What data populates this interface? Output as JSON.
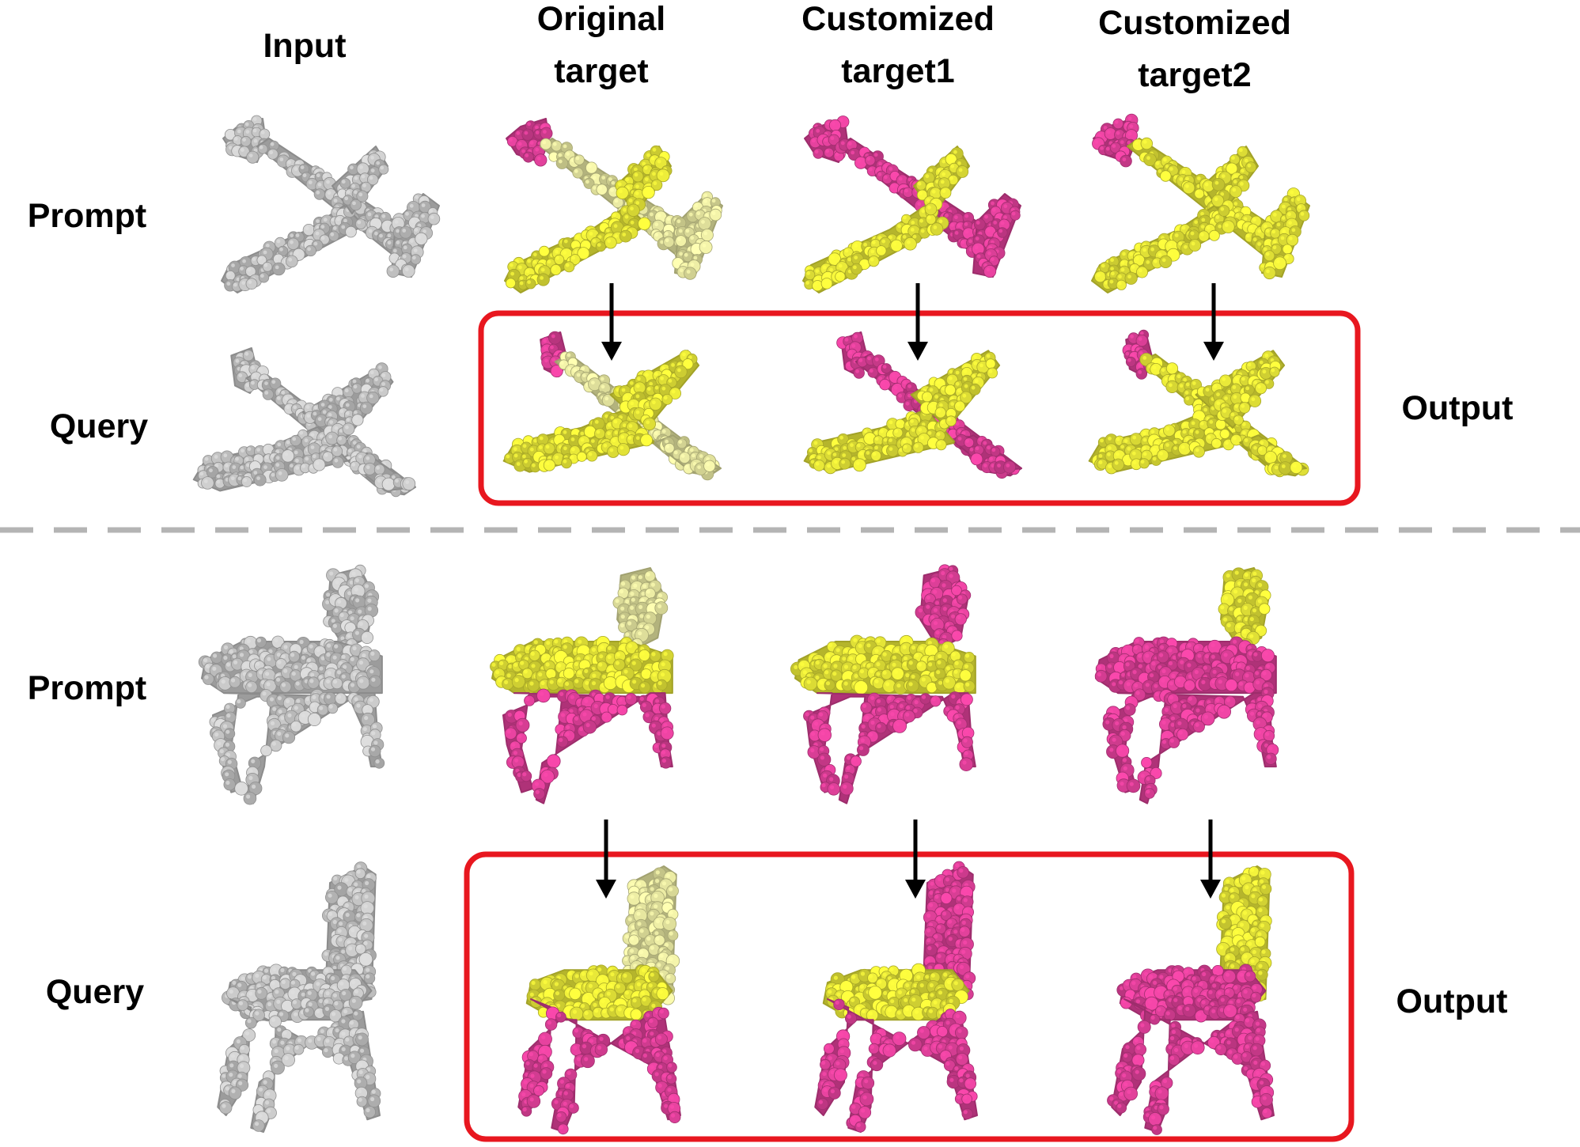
{
  "columns": {
    "input": "Input",
    "original": [
      "Original",
      "target"
    ],
    "custom1": [
      "Customized",
      "target1"
    ],
    "custom2": [
      "Customized",
      "target2"
    ]
  },
  "rows": {
    "prompt": "Prompt",
    "query": "Query",
    "output": "Output"
  },
  "colors": {
    "gray": "#c8c8c8",
    "yellow": "#e8e838",
    "pale": "#e6e6a0",
    "magenta": "#e0409a",
    "frame": "#e8171f",
    "divider": "#b4b4b4"
  },
  "sections": [
    {
      "name": "airplane",
      "prompt_parts": [
        [
          "gray",
          "gray",
          "gray",
          "gray",
          "gray"
        ],
        [
          "magenta",
          "pale",
          "yellow",
          "yellow",
          "pale"
        ],
        [
          "magenta",
          "magenta",
          "yellow",
          "yellow",
          "magenta"
        ],
        [
          "magenta",
          "yellow",
          "yellow",
          "yellow",
          "yellow"
        ]
      ],
      "query_parts": [
        [
          "gray",
          "gray",
          "gray",
          "gray",
          "gray"
        ],
        [
          "magenta",
          "pale",
          "yellow",
          "yellow",
          "pale"
        ],
        [
          "magenta",
          "magenta",
          "yellow",
          "yellow",
          "magenta"
        ],
        [
          "magenta",
          "yellow",
          "yellow",
          "yellow",
          "yellow"
        ]
      ]
    },
    {
      "name": "chair",
      "prompt_parts": [
        [
          "gray",
          "gray",
          "gray"
        ],
        [
          "pale",
          "yellow",
          "magenta"
        ],
        [
          "magenta",
          "yellow",
          "magenta"
        ],
        [
          "yellow",
          "magenta",
          "magenta"
        ]
      ],
      "query_parts": [
        [
          "gray",
          "gray",
          "gray"
        ],
        [
          "pale",
          "yellow",
          "magenta"
        ],
        [
          "magenta",
          "yellow",
          "magenta"
        ],
        [
          "yellow",
          "magenta",
          "magenta"
        ]
      ]
    }
  ]
}
